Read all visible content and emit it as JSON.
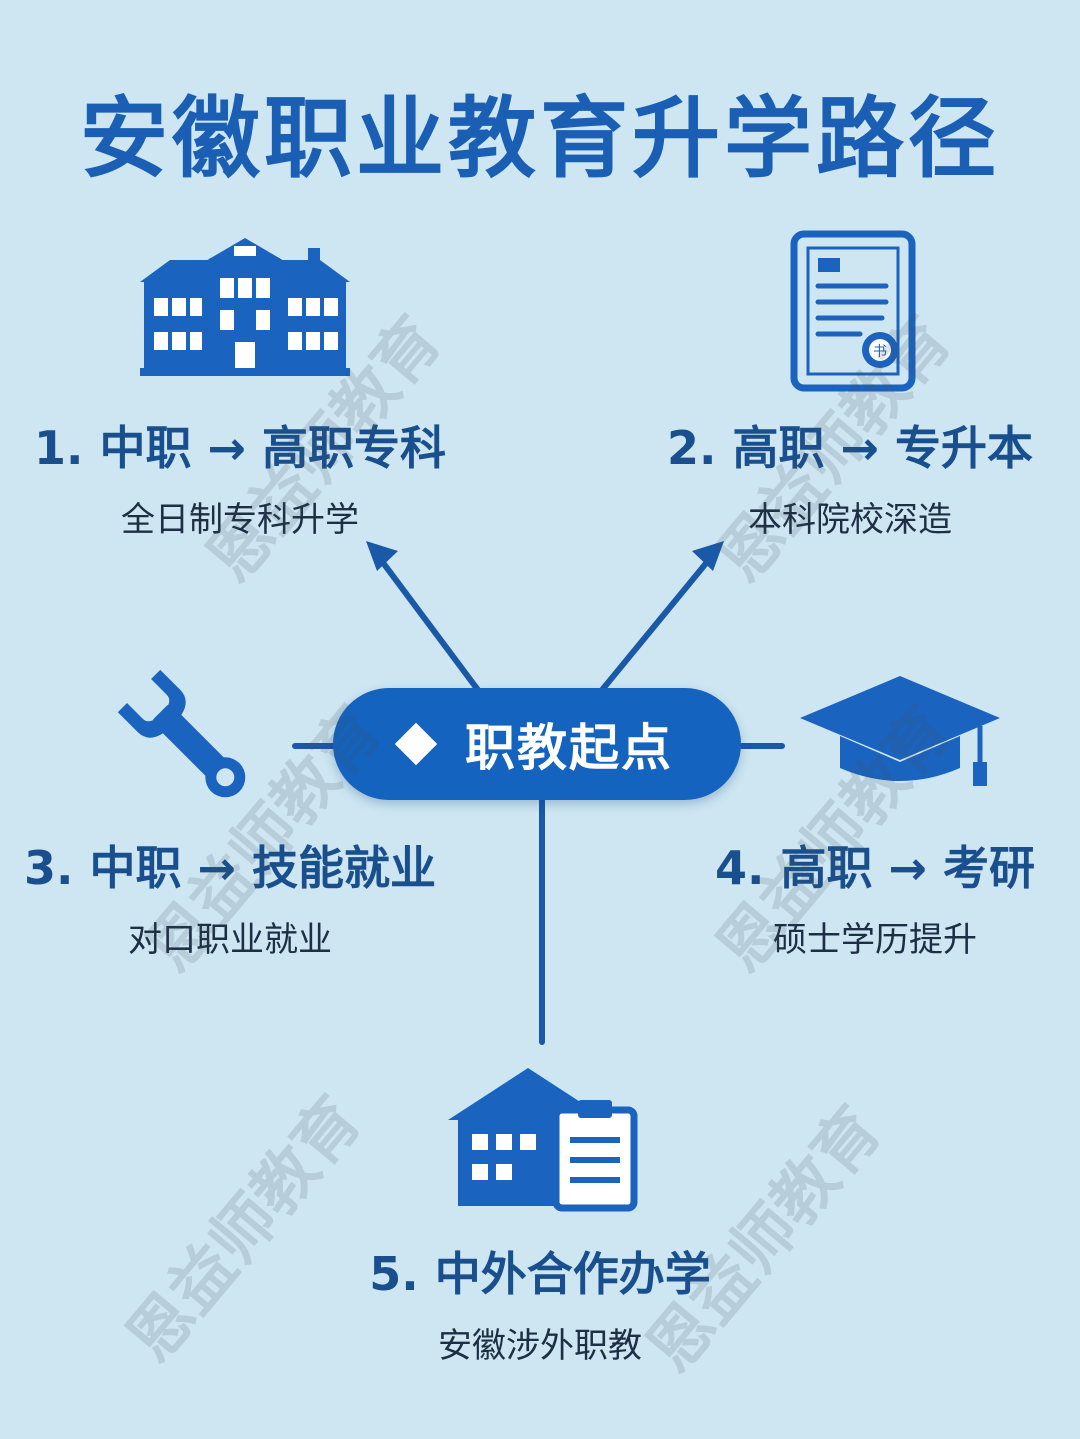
{
  "title": "安徽职业教育升学路径",
  "center": {
    "label": "职教起点",
    "icon": "diamond-icon"
  },
  "nodes": [
    {
      "main": "1. 中职 → 高职专科",
      "sub": "全日制专科升学",
      "icon": "school-building-icon"
    },
    {
      "main": "2. 高职 → 专升本",
      "sub": "本科院校深造",
      "icon": "certificate-icon"
    },
    {
      "main": "3. 中职 → 技能就业",
      "sub": "对口职业就业",
      "icon": "wrench-icon"
    },
    {
      "main": "4. 高职 → 考研",
      "sub": "硕士学历提升",
      "icon": "graduation-cap-icon"
    },
    {
      "main": "5. 中外合作办学",
      "sub": "安徽涉外职教",
      "icon": "house-clipboard-icon"
    }
  ],
  "watermark": "恩益师教育",
  "colors": {
    "background": "#cde6f2",
    "primary": "#1463bf",
    "title": "#1b5fb5",
    "text": "#1a4f8e"
  }
}
